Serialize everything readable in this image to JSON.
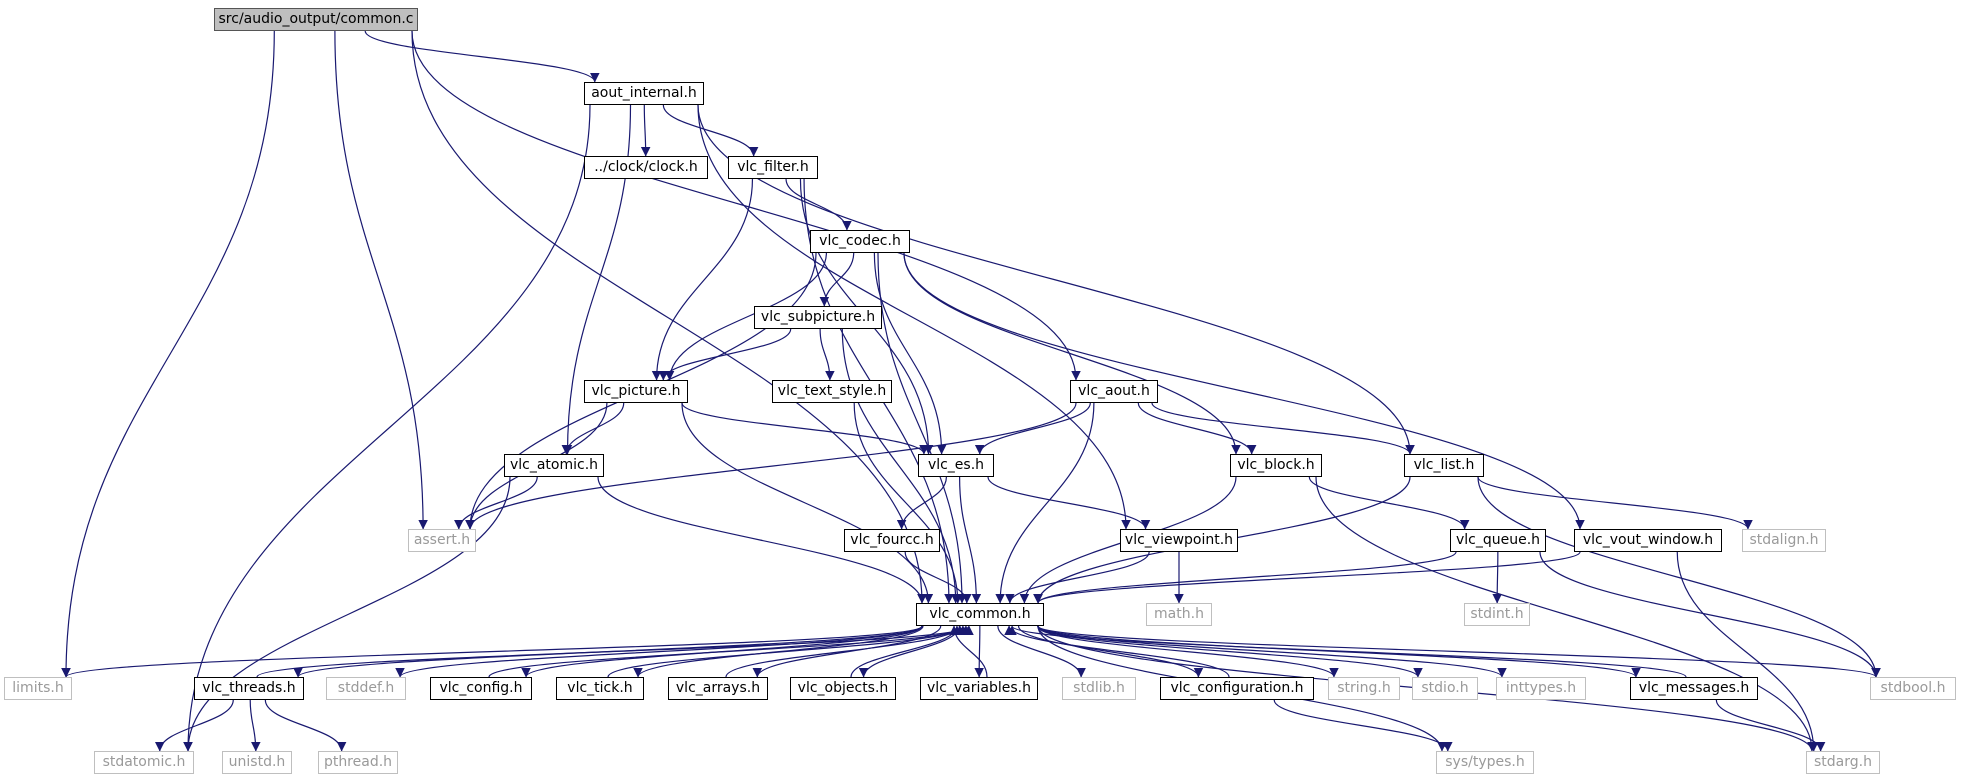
{
  "colors": {
    "edge": "#191970",
    "edge_secondary": "#5a5aa8",
    "root_fill": "#bfbfbf",
    "external_text": "#9a9a9a"
  },
  "nodes": {
    "common_c": "src/audio_output/common.c",
    "aout_internal": "aout_internal.h",
    "clock": "../clock/clock.h",
    "vlc_filter": "vlc_filter.h",
    "vlc_codec": "vlc_codec.h",
    "vlc_subpicture": "vlc_subpicture.h",
    "vlc_picture": "vlc_picture.h",
    "vlc_text_style": "vlc_text_style.h",
    "vlc_aout": "vlc_aout.h",
    "vlc_atomic": "vlc_atomic.h",
    "vlc_es": "vlc_es.h",
    "vlc_block": "vlc_block.h",
    "vlc_list": "vlc_list.h",
    "assert": "assert.h",
    "vlc_fourcc": "vlc_fourcc.h",
    "vlc_viewpoint": "vlc_viewpoint.h",
    "vlc_queue": "vlc_queue.h",
    "vlc_vout_window": "vlc_vout_window.h",
    "stdalign": "stdalign.h",
    "vlc_common": "vlc_common.h",
    "math": "math.h",
    "stdint": "stdint.h",
    "limits": "limits.h",
    "vlc_threads": "vlc_threads.h",
    "stddef": "stddef.h",
    "vlc_config": "vlc_config.h",
    "vlc_tick": "vlc_tick.h",
    "vlc_arrays": "vlc_arrays.h",
    "vlc_objects": "vlc_objects.h",
    "vlc_variables": "vlc_variables.h",
    "stdlib": "stdlib.h",
    "vlc_configuration": "vlc_configuration.h",
    "string": "string.h",
    "stdio": "stdio.h",
    "inttypes": "inttypes.h",
    "vlc_messages": "vlc_messages.h",
    "stdbool": "stdbool.h",
    "stdatomic": "stdatomic.h",
    "unistd": "unistd.h",
    "pthread": "pthread.h",
    "sys_types": "sys/types.h",
    "stdarg": "stdarg.h"
  },
  "edges": [
    [
      "common_c",
      "aout_internal"
    ],
    [
      "common_c",
      "limits"
    ],
    [
      "common_c",
      "assert"
    ],
    [
      "common_c",
      "vlc_common"
    ],
    [
      "common_c",
      "vlc_aout"
    ],
    [
      "aout_internal",
      "clock"
    ],
    [
      "aout_internal",
      "vlc_filter"
    ],
    [
      "aout_internal",
      "vlc_atomic"
    ],
    [
      "aout_internal",
      "stdatomic"
    ],
    [
      "aout_internal",
      "vlc_viewpoint"
    ],
    [
      "aout_internal",
      "vlc_list"
    ],
    [
      "vlc_filter",
      "vlc_codec"
    ],
    [
      "vlc_filter",
      "vlc_picture"
    ],
    [
      "vlc_filter",
      "vlc_es"
    ],
    [
      "vlc_filter",
      "vlc_common"
    ],
    [
      "vlc_codec",
      "vlc_subpicture"
    ],
    [
      "vlc_codec",
      "vlc_picture"
    ],
    [
      "vlc_codec",
      "vlc_es"
    ],
    [
      "vlc_codec",
      "vlc_block"
    ],
    [
      "vlc_codec",
      "vlc_vout_window"
    ],
    [
      "vlc_codec",
      "assert"
    ],
    [
      "vlc_codec",
      "vlc_common"
    ],
    [
      "vlc_subpicture",
      "vlc_picture"
    ],
    [
      "vlc_subpicture",
      "vlc_text_style"
    ],
    [
      "vlc_subpicture",
      "vlc_common"
    ],
    [
      "vlc_text_style",
      "vlc_common"
    ],
    [
      "vlc_picture",
      "vlc_atomic"
    ],
    [
      "vlc_picture",
      "vlc_es"
    ],
    [
      "vlc_picture",
      "assert"
    ],
    [
      "vlc_picture",
      "vlc_common"
    ],
    [
      "vlc_aout",
      "vlc_es"
    ],
    [
      "vlc_aout",
      "vlc_block"
    ],
    [
      "vlc_aout",
      "vlc_list"
    ],
    [
      "vlc_aout",
      "assert"
    ],
    [
      "vlc_aout",
      "vlc_common"
    ],
    [
      "vlc_atomic",
      "assert"
    ],
    [
      "vlc_atomic",
      "stdatomic"
    ],
    [
      "vlc_atomic",
      "vlc_common"
    ],
    [
      "vlc_es",
      "vlc_fourcc"
    ],
    [
      "vlc_es",
      "vlc_viewpoint"
    ],
    [
      "vlc_es",
      "vlc_common"
    ],
    [
      "vlc_block",
      "vlc_queue"
    ],
    [
      "vlc_block",
      "vlc_common"
    ],
    [
      "vlc_block",
      "stdarg"
    ],
    [
      "vlc_list",
      "stdalign"
    ],
    [
      "vlc_list",
      "stdbool"
    ],
    [
      "vlc_list",
      "vlc_common"
    ],
    [
      "vlc_fourcc",
      "vlc_common"
    ],
    [
      "vlc_viewpoint",
      "vlc_common"
    ],
    [
      "vlc_viewpoint",
      "math"
    ],
    [
      "vlc_queue",
      "stdint"
    ],
    [
      "vlc_queue",
      "vlc_common"
    ],
    [
      "vlc_queue",
      "stdbool"
    ],
    [
      "vlc_vout_window",
      "vlc_common"
    ],
    [
      "vlc_vout_window",
      "stdarg"
    ],
    [
      "vlc_common",
      "limits"
    ],
    [
      "vlc_common",
      "vlc_threads"
    ],
    [
      "vlc_common",
      "stddef"
    ],
    [
      "vlc_common",
      "vlc_config"
    ],
    [
      "vlc_common",
      "vlc_tick"
    ],
    [
      "vlc_common",
      "vlc_arrays"
    ],
    [
      "vlc_common",
      "vlc_objects"
    ],
    [
      "vlc_common",
      "vlc_variables"
    ],
    [
      "vlc_common",
      "stdlib"
    ],
    [
      "vlc_common",
      "vlc_configuration"
    ],
    [
      "vlc_common",
      "string"
    ],
    [
      "vlc_common",
      "stdio"
    ],
    [
      "vlc_common",
      "inttypes"
    ],
    [
      "vlc_common",
      "vlc_messages"
    ],
    [
      "vlc_common",
      "stdbool"
    ],
    [
      "vlc_common",
      "stdarg"
    ],
    [
      "vlc_common",
      "sys_types"
    ],
    [
      "vlc_threads",
      "vlc_common"
    ],
    [
      "vlc_config",
      "vlc_common"
    ],
    [
      "vlc_tick",
      "vlc_common"
    ],
    [
      "vlc_arrays",
      "vlc_common"
    ],
    [
      "vlc_objects",
      "vlc_common"
    ],
    [
      "vlc_variables",
      "vlc_common"
    ],
    [
      "vlc_configuration",
      "vlc_common"
    ],
    [
      "vlc_messages",
      "vlc_common"
    ],
    [
      "vlc_threads",
      "stdatomic"
    ],
    [
      "vlc_threads",
      "unistd"
    ],
    [
      "vlc_threads",
      "pthread"
    ],
    [
      "vlc_configuration",
      "sys_types"
    ],
    [
      "vlc_messages",
      "stdarg"
    ]
  ]
}
